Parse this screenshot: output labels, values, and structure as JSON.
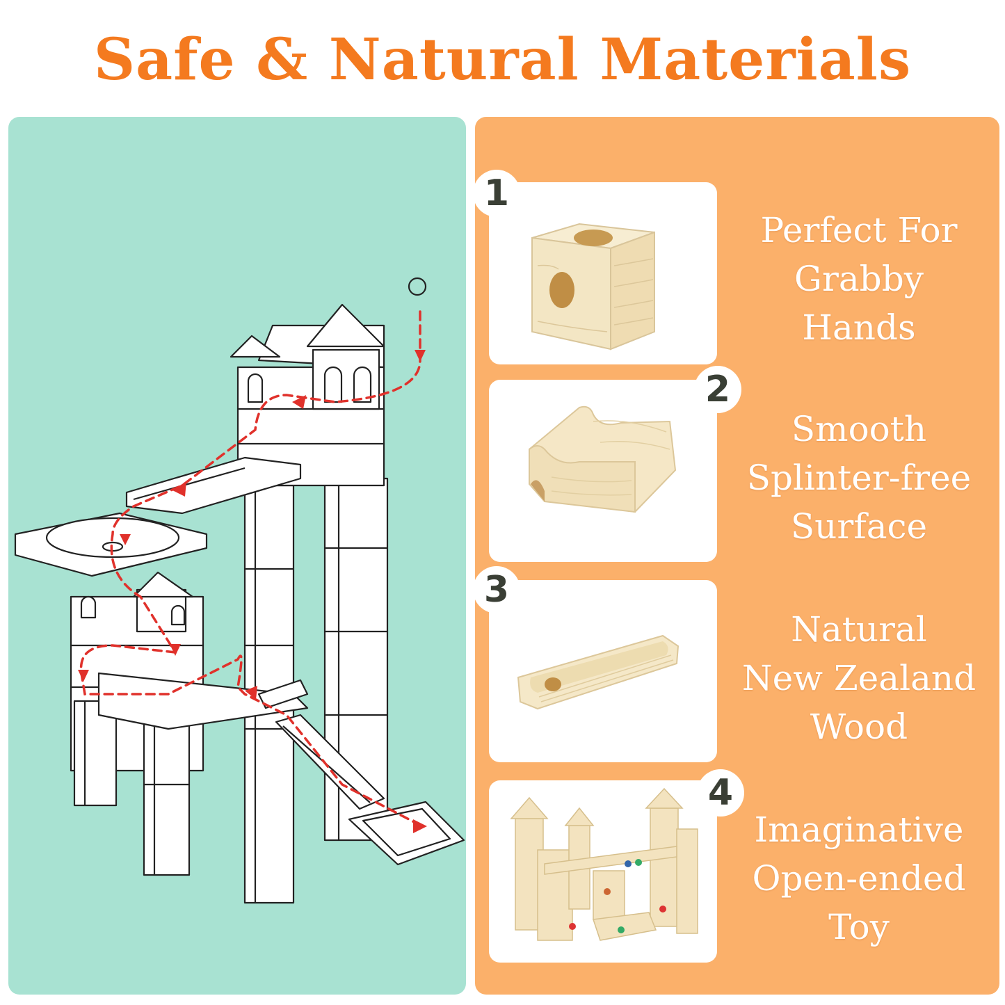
{
  "title": "Safe & Natural Materials",
  "colors": {
    "title": "#f47a1f",
    "left_panel": "#a8e2d2",
    "right_panel": "#fbb06a",
    "wood": "#f3e6c4",
    "arrow": "#e0312b"
  },
  "illustration": {
    "name": "marble-run-line-drawing",
    "path_style": "red dashed arrows"
  },
  "features": [
    {
      "number": "1",
      "lines": [
        "Perfect For",
        "Grabby",
        "Hands"
      ],
      "image": "wooden-cube-with-holes"
    },
    {
      "number": "2",
      "lines": [
        "Smooth",
        "Splinter-free",
        "Surface"
      ],
      "image": "wooden-channel-block"
    },
    {
      "number": "3",
      "lines": [
        "Natural",
        "New  Zealand",
        "Wood"
      ],
      "image": "wooden-chute-piece"
    },
    {
      "number": "4",
      "lines": [
        "Imaginative",
        "Open-ended",
        "Toy"
      ],
      "image": "assembled-marble-run-castle"
    }
  ]
}
